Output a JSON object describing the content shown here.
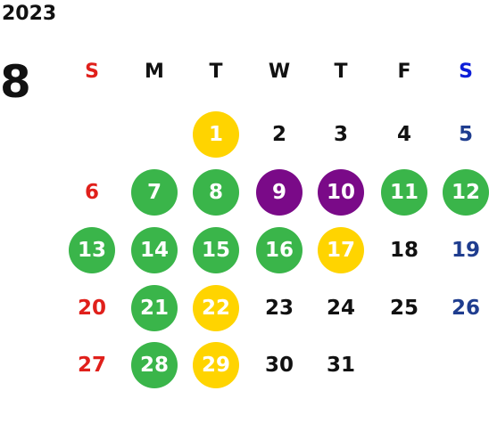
{
  "calendar": {
    "year": "2023",
    "month": "8",
    "weekdays": [
      "S",
      "M",
      "T",
      "W",
      "T",
      "F",
      "S"
    ],
    "colors": {
      "sunday_text": "#e0201b",
      "saturday_text": "#1f3d8f",
      "weekday_text": "#111111",
      "green": "#3ab54a",
      "yellow": "#ffd400",
      "purple": "#7a0a88",
      "circle_text": "#ffffff"
    },
    "weeks": [
      [
        null,
        null,
        {
          "d": "1",
          "mark": "yellow"
        },
        {
          "d": "2"
        },
        {
          "d": "3"
        },
        {
          "d": "4"
        },
        {
          "d": "5"
        }
      ],
      [
        {
          "d": "6"
        },
        {
          "d": "7",
          "mark": "green"
        },
        {
          "d": "8",
          "mark": "green"
        },
        {
          "d": "9",
          "mark": "purple"
        },
        {
          "d": "10",
          "mark": "purple"
        },
        {
          "d": "11",
          "mark": "green"
        },
        {
          "d": "12",
          "mark": "green"
        }
      ],
      [
        {
          "d": "13",
          "mark": "green"
        },
        {
          "d": "14",
          "mark": "green"
        },
        {
          "d": "15",
          "mark": "green"
        },
        {
          "d": "16",
          "mark": "green"
        },
        {
          "d": "17",
          "mark": "yellow"
        },
        {
          "d": "18"
        },
        {
          "d": "19"
        }
      ],
      [
        {
          "d": "20"
        },
        {
          "d": "21",
          "mark": "green"
        },
        {
          "d": "22",
          "mark": "yellow"
        },
        {
          "d": "23"
        },
        {
          "d": "24"
        },
        {
          "d": "25"
        },
        {
          "d": "26"
        }
      ],
      [
        {
          "d": "27"
        },
        {
          "d": "28",
          "mark": "green"
        },
        {
          "d": "29",
          "mark": "yellow"
        },
        {
          "d": "30"
        },
        {
          "d": "31"
        },
        null,
        null
      ]
    ]
  }
}
